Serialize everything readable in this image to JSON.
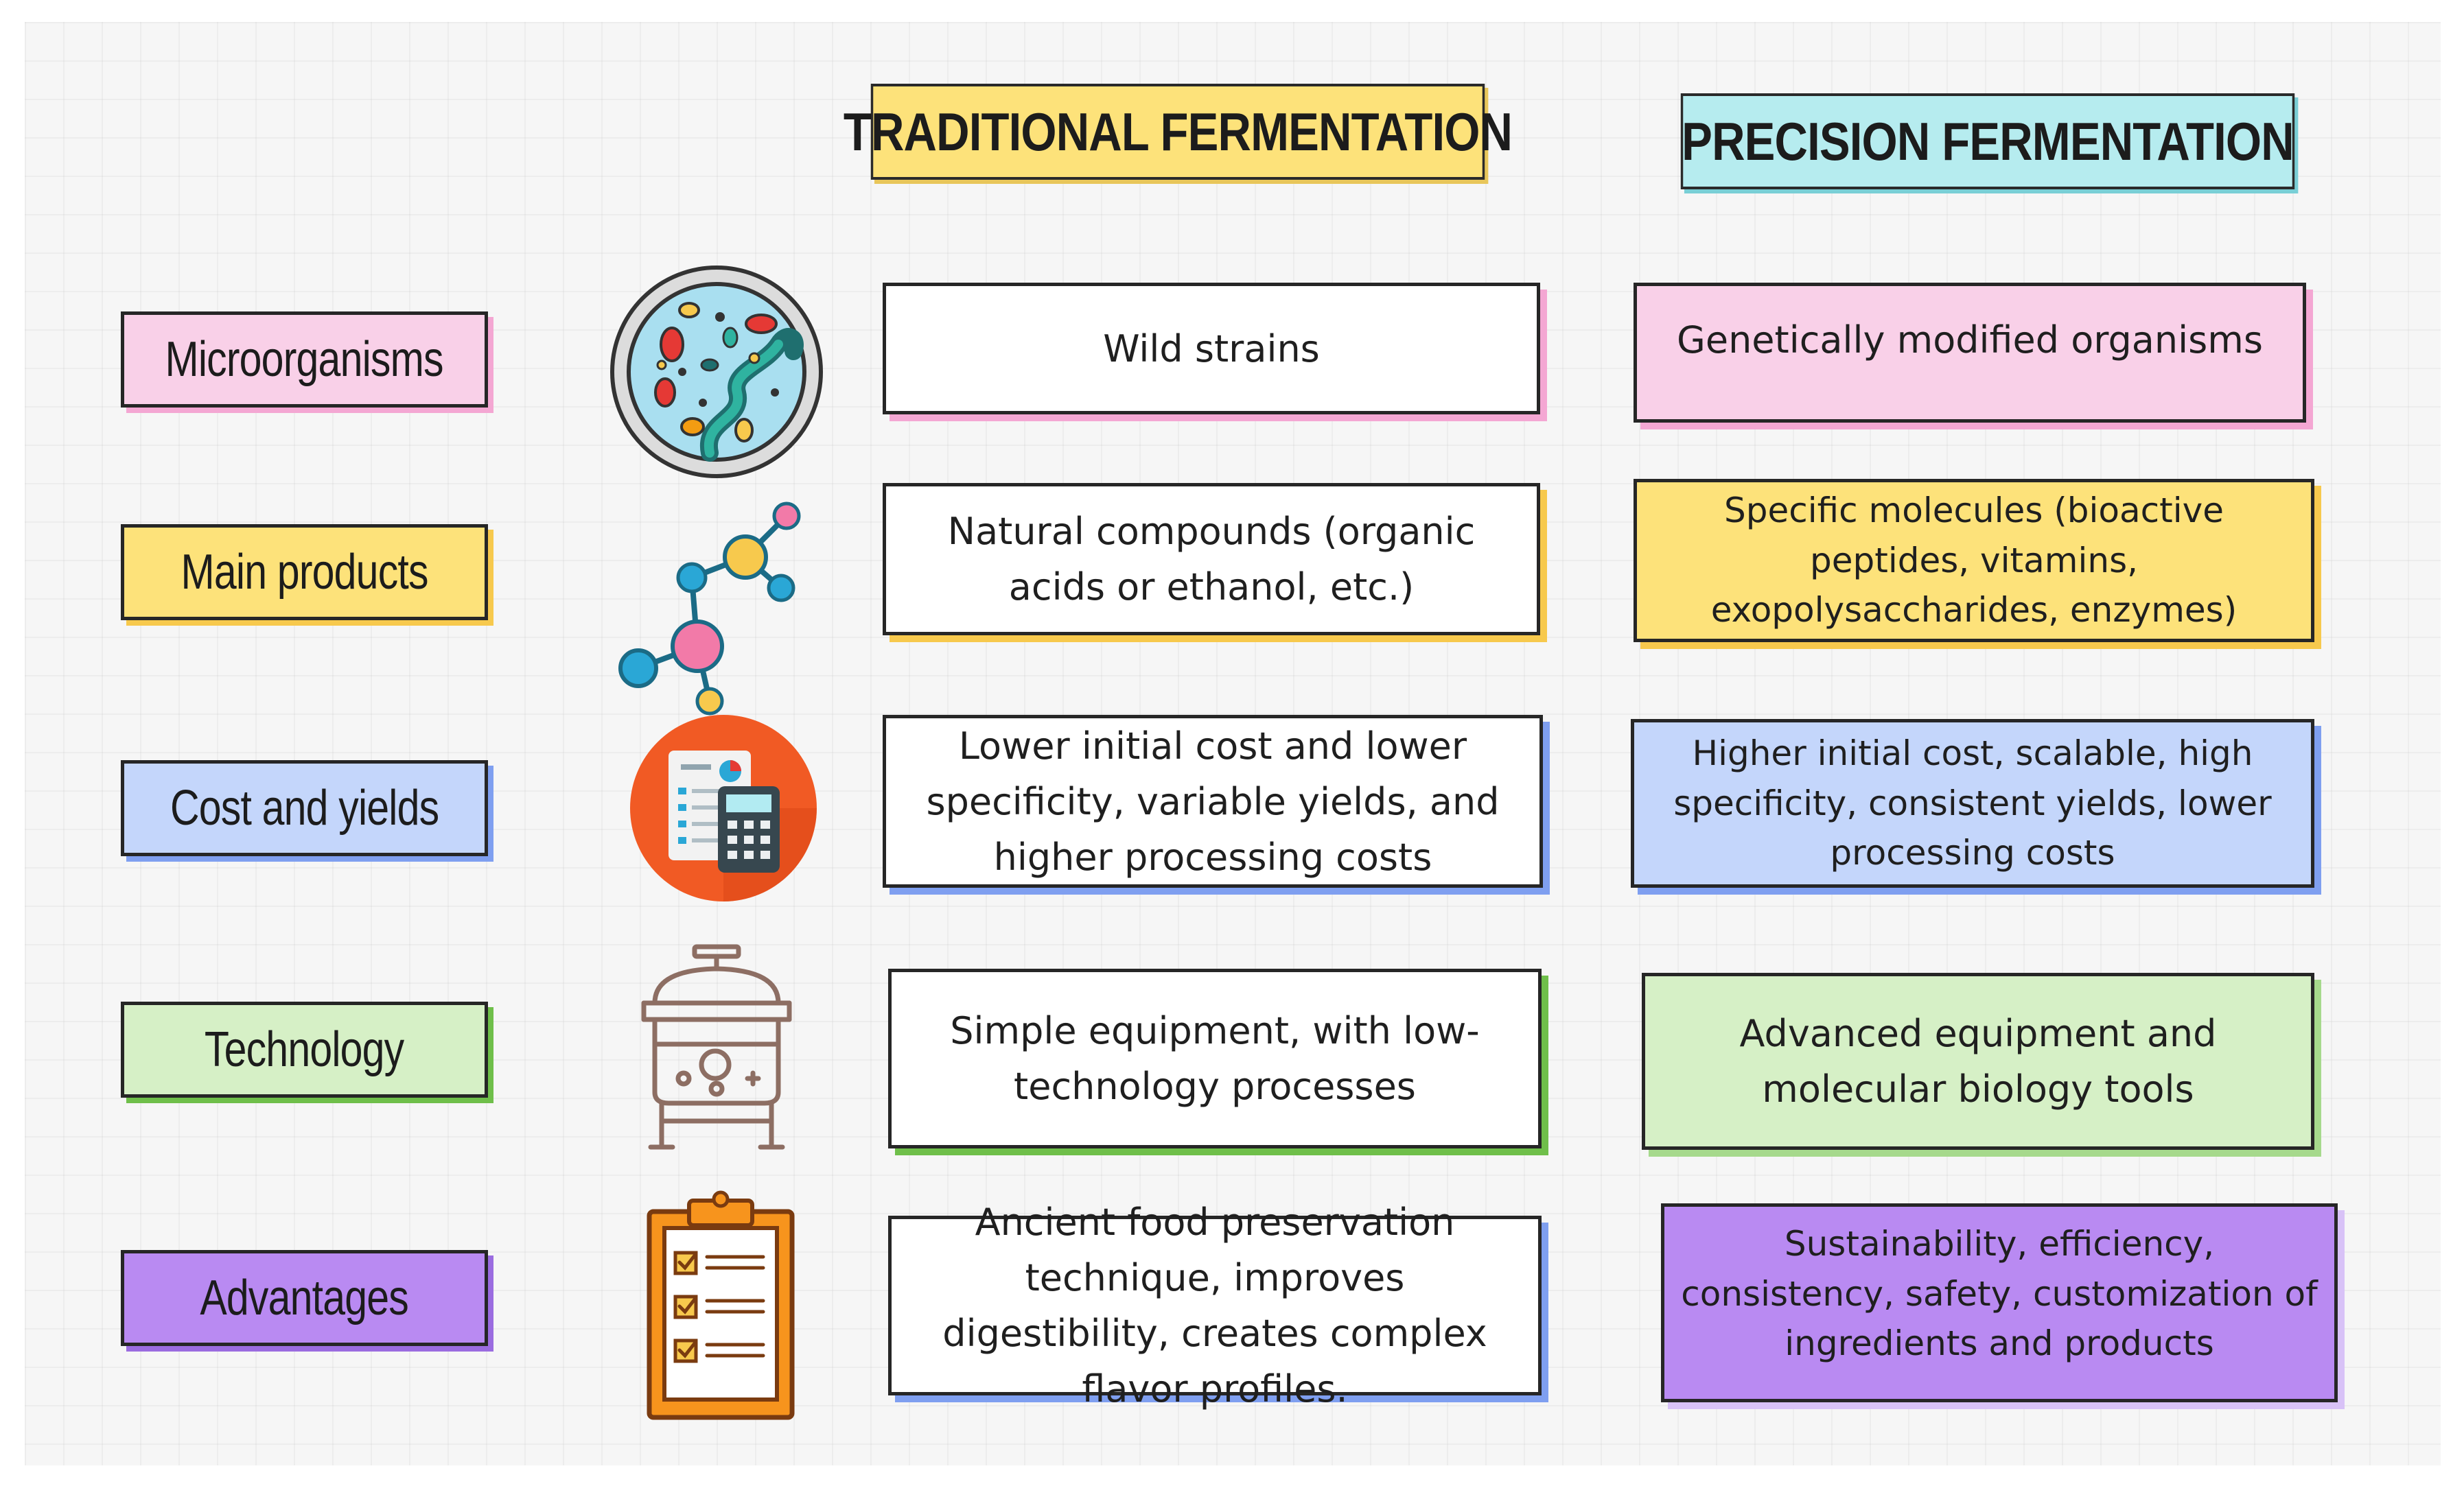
{
  "headers": {
    "traditional": "TRADITIONAL FERMENTATION",
    "precision": "PRECISION FERMENTATION"
  },
  "rows": [
    {
      "label": "Microorganisms",
      "icon": "petri-dish-icon",
      "traditional": "Wild strains",
      "precision": "Genetically modified organisms",
      "color": "#f9d0e8"
    },
    {
      "label": "Main products",
      "icon": "molecule-icon",
      "traditional": "Natural compounds (organic acids or ethanol, etc.)",
      "precision": "Specific molecules (bioactive peptides, vitamins, exopolysaccharides, enzymes)",
      "color": "#fde27a"
    },
    {
      "label": "Cost and yields",
      "icon": "calculator-report-icon",
      "traditional": "Lower initial cost and lower specificity, variable yields, and higher processing costs",
      "precision": "Higher initial cost, scalable, high specificity, consistent yields, lower processing costs",
      "color": "#c4d6fb"
    },
    {
      "label": "Technology",
      "icon": "bioreactor-icon",
      "traditional": "Simple equipment, with low-technology processes",
      "precision": "Advanced equipment and molecular biology tools",
      "color": "#d6f0c6"
    },
    {
      "label": "Advantages",
      "icon": "clipboard-checklist-icon",
      "traditional": "Ancient food preservation technique, improves digestibility, creates complex flavor profiles.",
      "precision": "Sustainability, efficiency, consistency, safety, customization of ingredients and products",
      "color": "#b98af2"
    }
  ],
  "colors": {
    "traditional_header": "#fde27a",
    "precision_header": "#b6ecef",
    "pink_shadow": "#f4a7d3",
    "yellow_shadow": "#f7c94d",
    "blue_shadow": "#7f9ff0",
    "green_shadow": "#6fbf4a",
    "petri_fill": "#a9dff0",
    "calc_circle": "#f15a24",
    "clipboard_orange": "#f7941d"
  }
}
